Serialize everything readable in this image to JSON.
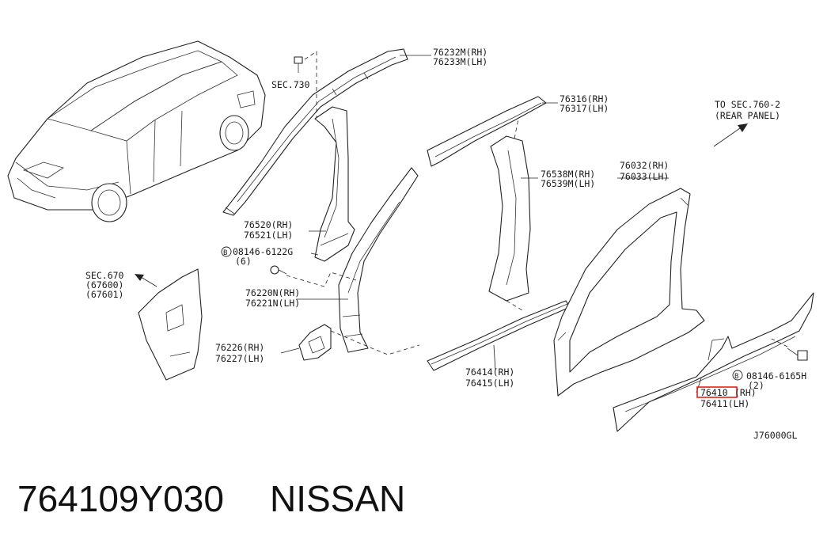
{
  "labels": {
    "p76232": "76232M(RH)",
    "p76233": "76233M(LH)",
    "sec730": "SEC.730",
    "p76316": "76316(RH)",
    "p76317": "76317(LH)",
    "to_sec_760": "TO SEC.760-2",
    "rear_panel": "(REAR PANEL)",
    "p76538": "76538M(RH)",
    "p76539": "76539M(LH)",
    "p76032": "76032(RH)",
    "p76033": "76033(LH)",
    "p76520": "76520(RH)",
    "p76521": "76521(LH)",
    "bolt_a_code": "08146-6122G",
    "bolt_a_qty": "(6)",
    "bolt_symbol": "B",
    "sec670": "SEC.670",
    "p67600": "(67600)",
    "p67601": "(67601)",
    "p76220": "76220N(RH)",
    "p76221": "76221N(LH)",
    "p76226": "76226(RH)",
    "p76227": "76227(LH)",
    "p76414": "76414(RH)",
    "p76415": "76415(LH)",
    "bolt_b_code": "08146-6165H",
    "bolt_b_qty": "(2)",
    "p76410": "76410",
    "p76410_side": "(RH)",
    "p76411": "76411(LH)",
    "figure_code": "J76000GL"
  },
  "caption": {
    "part_number": "764109Y030",
    "brand": "NISSAN"
  },
  "colors": {
    "highlight": "#e02020",
    "line": "#222222"
  }
}
